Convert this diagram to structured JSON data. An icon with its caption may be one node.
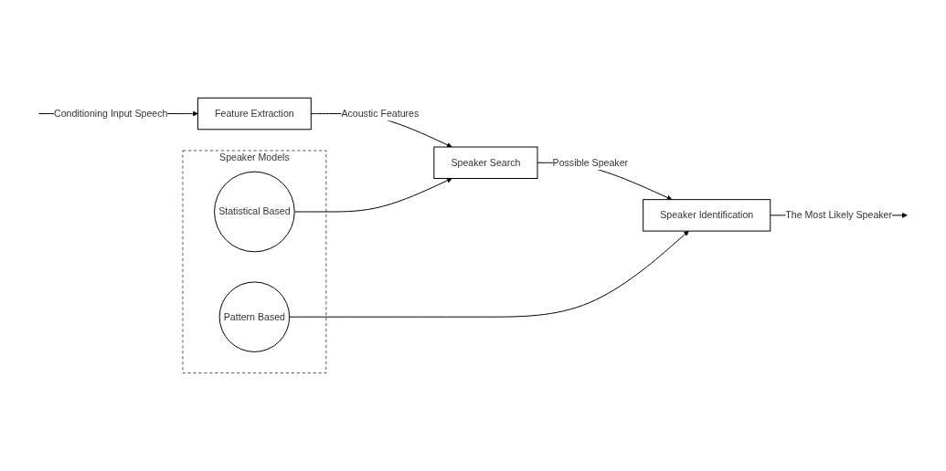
{
  "diagram": {
    "nodes": [
      {
        "text": [
          "Feature Extraction"
        ]
      },
      {
        "text": [
          "Speaker Search"
        ]
      },
      {
        "text": [
          "Speaker Identification"
        ]
      },
      {
        "text": [
          "Speaker Models"
        ]
      },
      {
        "text": [
          "Statistical Based"
        ],
        "in": 3
      },
      {
        "text": [
          "Pattern Based"
        ],
        "in": 3
      }
    ],
    "edges": [
      {
        "from": null,
        "to": 0,
        "arrow": "to",
        "label": "Conditioning Input Speech"
      },
      {
        "from": 0,
        "to": 1,
        "arrow": "to",
        "label": "Acoustic Features"
      },
      {
        "from": 1,
        "to": 2,
        "arrow": "to",
        "label": "Possible Speaker"
      },
      {
        "from": 2,
        "to": null,
        "arrow": "to",
        "label": "The Most Likely Speaker"
      },
      {
        "from": 4,
        "to": 1,
        "arrow": "to"
      },
      {
        "from": 5,
        "to": 2,
        "arrow": "to"
      }
    ]
  }
}
